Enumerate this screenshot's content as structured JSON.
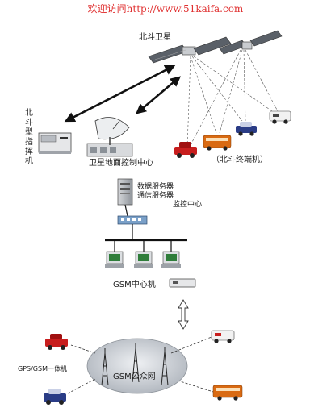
{
  "watermark": "欢迎访问http://www.51kaifa.com",
  "labels": {
    "beidou_satellite": "北斗卫星",
    "beidou_command_terminal": "北斗型指挥机",
    "satellite_ground_control": "卫星地面控制中心",
    "beidou_terminals": "（北斗终端机）",
    "server_line1": "数据服务器",
    "server_line2": "通信服务器",
    "monitor_center": "监控中心",
    "gsm_center": "GSM中心机",
    "gps_gsm_unit": "GPS/GSM一体机",
    "gsm_public_network": "GSM公众网"
  },
  "colors": {
    "watermark": "#e03030",
    "link": "#111111",
    "cloud": "#c8cdd4"
  }
}
